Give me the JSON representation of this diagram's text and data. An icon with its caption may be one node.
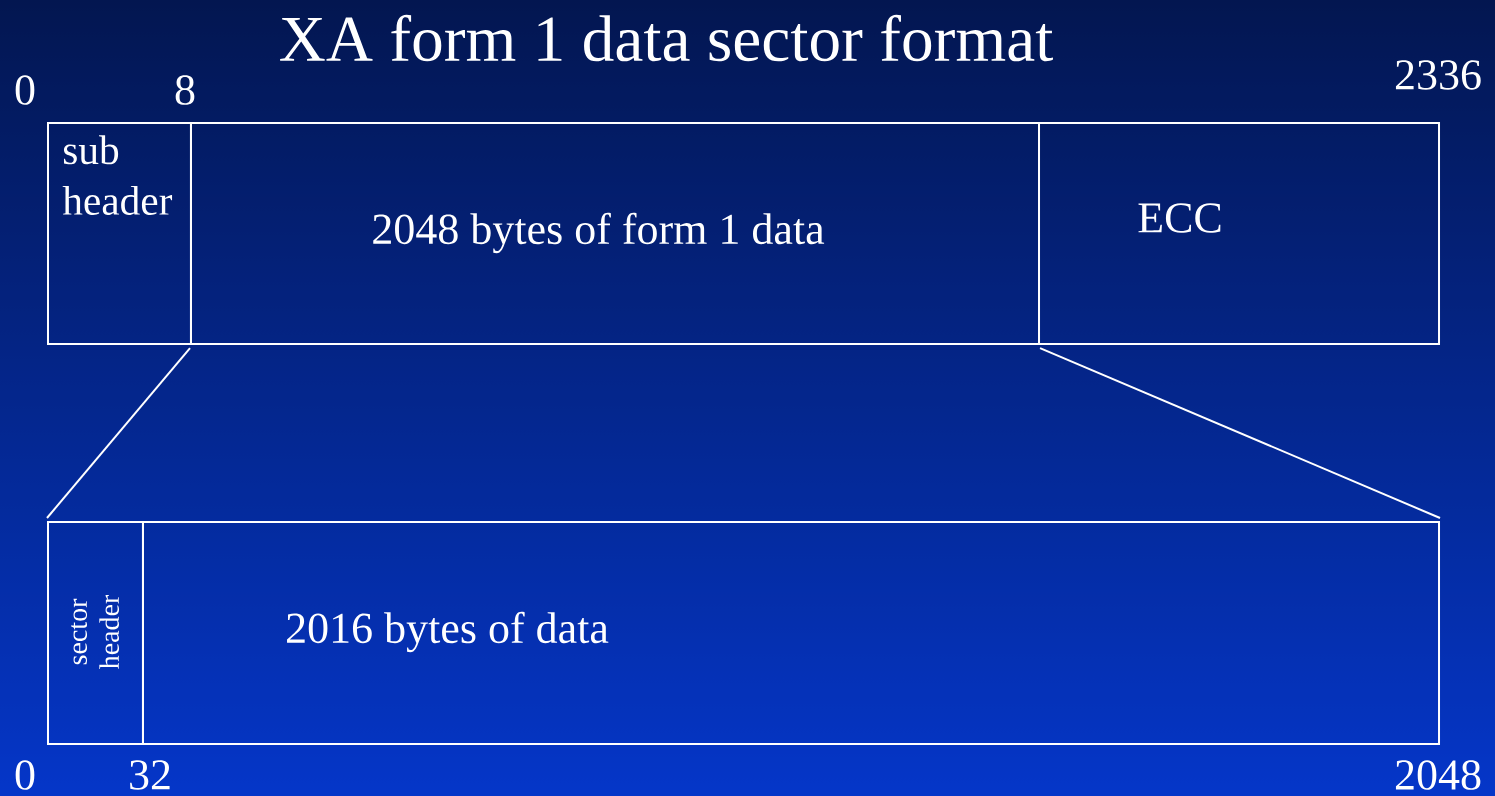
{
  "diagram": {
    "title": "XA form 1 data sector format",
    "nodes": [
      {
        "text": [
          "sub header"
        ]
      },
      {
        "text": [
          "2048 bytes of form 1 data"
        ]
      },
      {
        "text": [
          "ECC"
        ]
      },
      {
        "text": [
          "sector header"
        ]
      },
      {
        "text": [
          "2016 bytes of data"
        ]
      }
    ],
    "edges": [
      {
        "from": 1,
        "to": 3,
        "arrow": "none"
      },
      {
        "from": 1,
        "to": 4,
        "arrow": "none"
      }
    ],
    "labels": [
      "0",
      "8",
      "2336",
      "0",
      "32",
      "2048"
    ]
  }
}
